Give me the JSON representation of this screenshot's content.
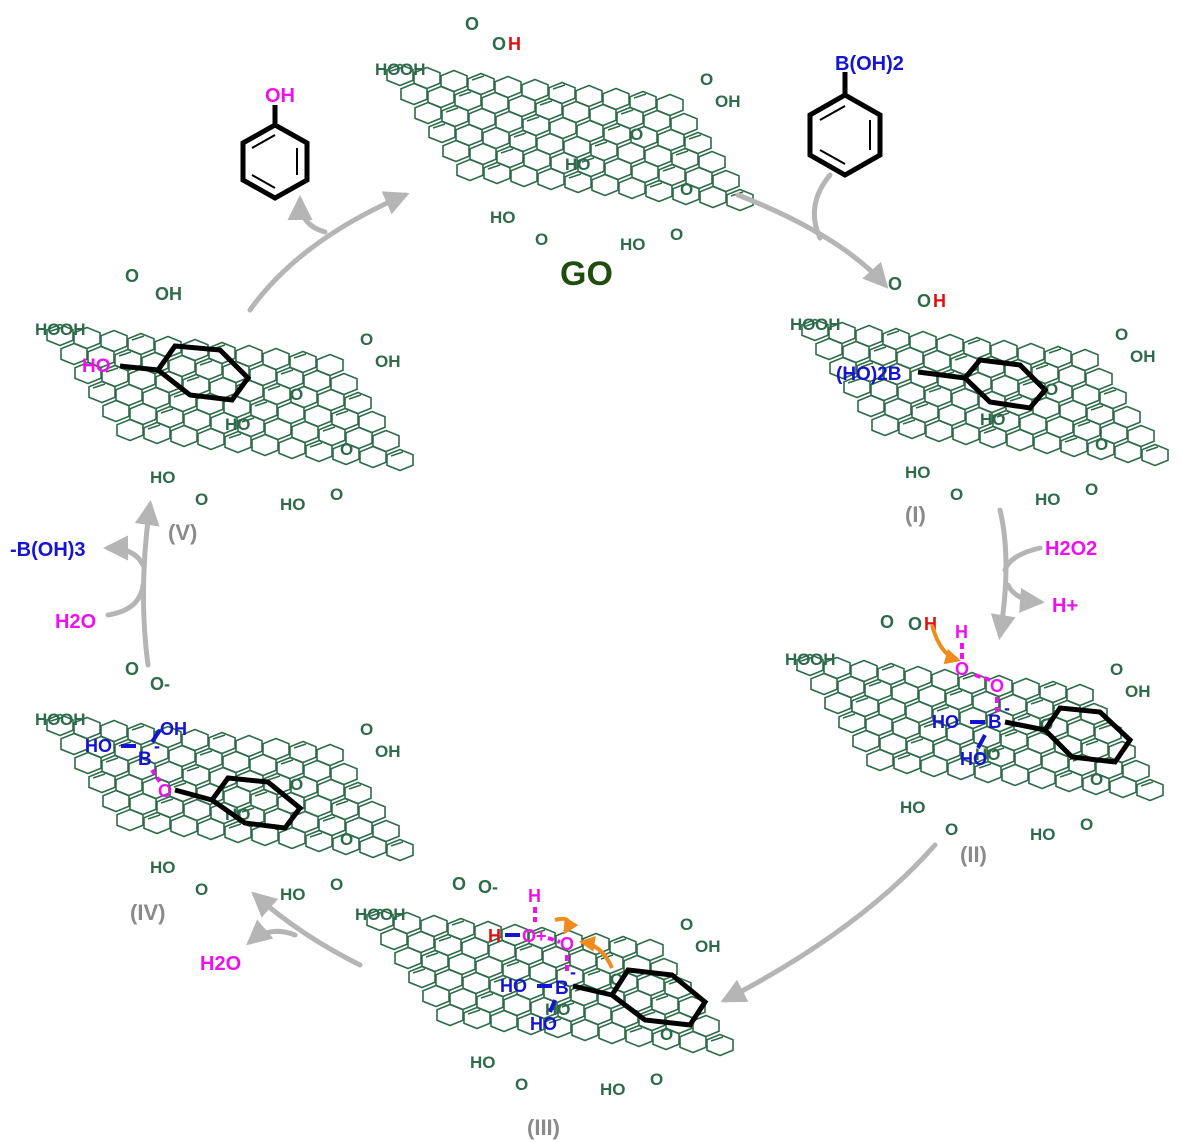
{
  "colors": {
    "sheet": "#2e6b4a",
    "arrow": "#b5b5b5",
    "stage_label": "#8a8a8a",
    "go_label": "#1e4d0d",
    "boron": "#1414d2",
    "oxygen_peroxide": "#ee11ee",
    "acid_h": "#e01010",
    "curly_arrow": "#f08c1e",
    "ring": "#000000"
  },
  "center": {
    "name": "GO"
  },
  "reagents": {
    "boronic_acid": "B(OH)2",
    "phenol": "OH",
    "peroxide": "H2O2",
    "proton": "H+",
    "water_in": "H2O",
    "water_out": "H2O",
    "boric_acid_out": "-B(OH)3"
  },
  "stages": [
    {
      "id": "go",
      "label": ""
    },
    {
      "id": "I",
      "label": "(I)"
    },
    {
      "id": "II",
      "label": "(II)"
    },
    {
      "id": "III",
      "label": "(III)"
    },
    {
      "id": "IV",
      "label": "(IV)"
    },
    {
      "id": "V",
      "label": "(V)"
    }
  ],
  "groups": {
    "cooh_h": "H",
    "cooh_o": "O",
    "carboxyl": "OH",
    "carboxyl_left": "HO",
    "carboxylate": "O-",
    "hydroxyl": "HO",
    "epoxide": "O",
    "phenol_on_sheet": "HO",
    "boronate_I": "(HO)2B",
    "boron": "B",
    "b_minus": "-",
    "ho": "HO",
    "oh": "OH",
    "o": "O",
    "h": "H",
    "o_plus": "O+"
  }
}
